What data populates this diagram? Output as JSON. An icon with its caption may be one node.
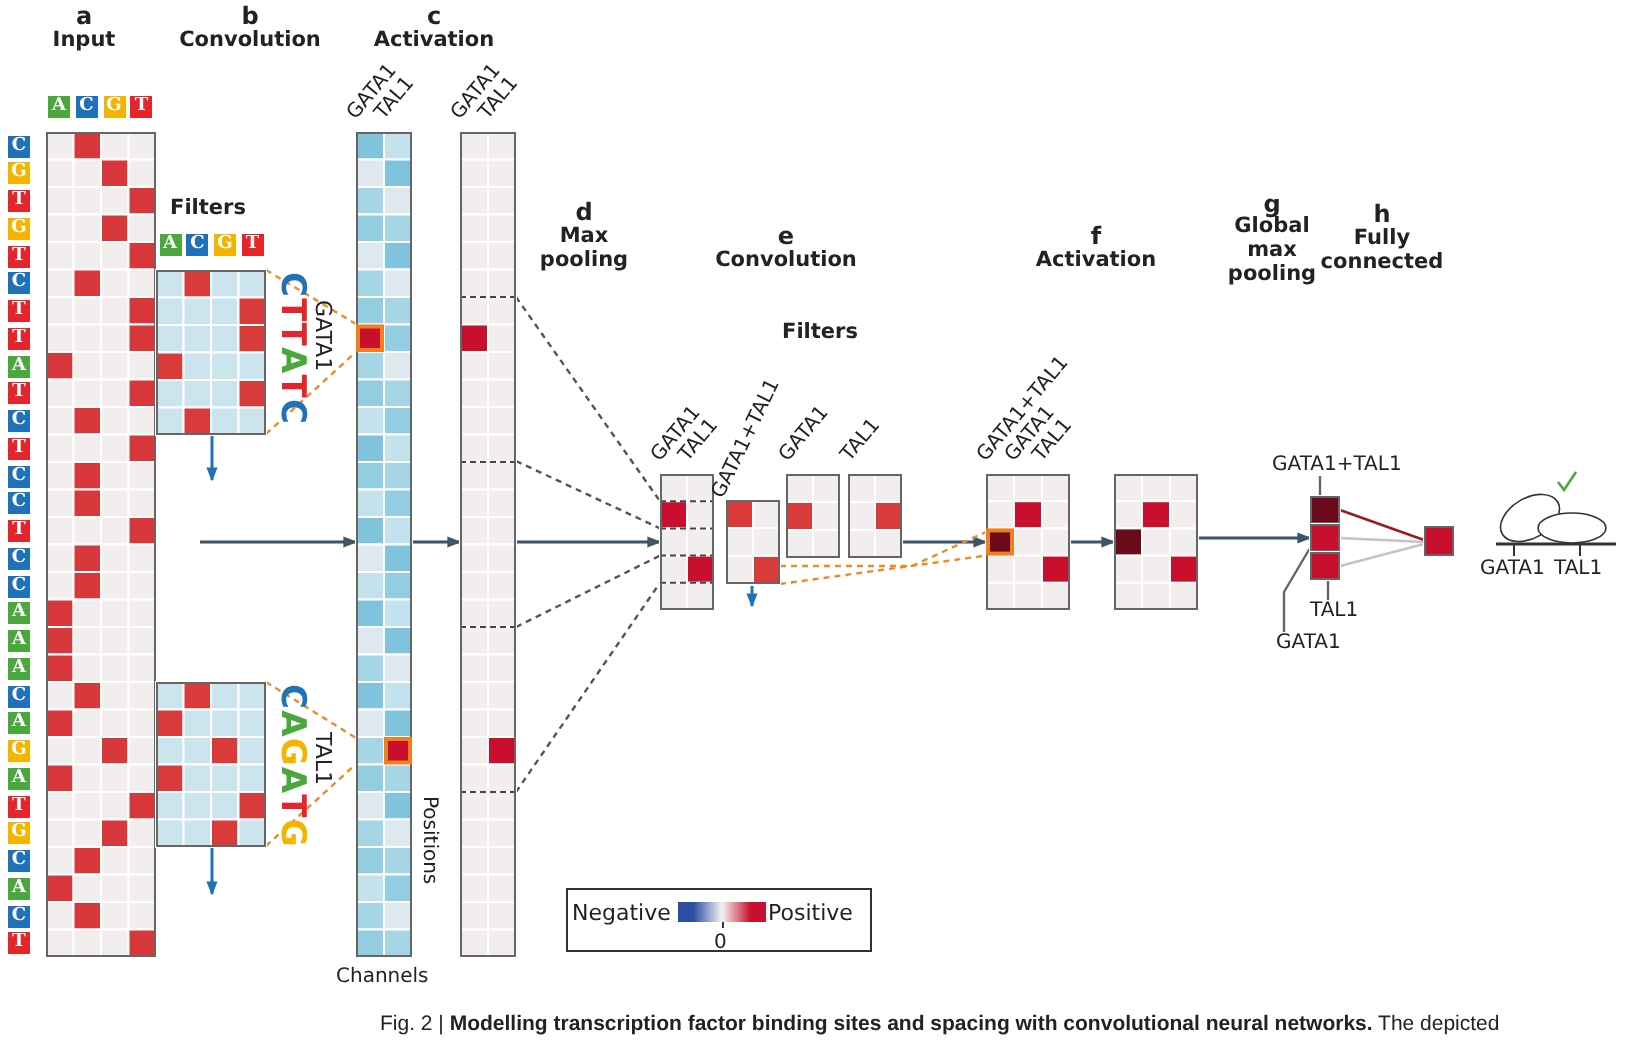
{
  "diagram": {
    "caption": "Fig. 2 | **Modelling transcription factor binding sites and spacing with convolutional neural networks.** The depicted",
    "nodes": [
      {
        "text": [],
        "shape": "box"
      },
      {
        "text": [],
        "shape": "box",
        "beside": [
          "CTTATC",
          "GATA1"
        ]
      },
      {
        "text": [],
        "shape": "box",
        "beside": [
          "CAGATG",
          "TAL1"
        ]
      },
      {
        "text": [],
        "shape": "box",
        "beside": [
          "GATA1",
          "TAL1"
        ]
      },
      {
        "text": [],
        "shape": "box",
        "beside": [
          "GATA1",
          "TAL1"
        ]
      },
      {
        "text": [],
        "shape": "box",
        "beside": [
          "GATA1",
          "TAL1"
        ]
      },
      {
        "text": [],
        "shape": "box",
        "beside": [
          "GATA1+TAL1"
        ]
      },
      {
        "text": [],
        "shape": "box",
        "beside": [
          "GATA1"
        ]
      },
      {
        "text": [],
        "shape": "box",
        "beside": [
          "TAL1"
        ]
      },
      {
        "text": [],
        "shape": "box",
        "beside": [
          "GATA1+TAL1",
          "GATA1",
          "TAL1"
        ]
      },
      {
        "text": [],
        "shape": "box"
      },
      {
        "text": [],
        "shape": "box"
      },
      {
        "text": [],
        "shape": "box"
      },
      {
        "text": [],
        "shape": "box"
      },
      {
        "text": [
          "GATA1+TAL1"
        ]
      },
      {
        "text": [
          "TAL1"
        ]
      },
      {
        "text": [
          "GATA1"
        ]
      },
      {
        "text": [],
        "shape": "box"
      }
    ],
    "edges": [
      {
        "from": null,
        "to": 3,
        "arrow": "to"
      },
      {
        "from": 3,
        "to": 4,
        "arrow": "to"
      },
      {
        "from": 4,
        "to": 5,
        "arrow": "to"
      },
      {
        "from": 8,
        "to": 9,
        "arrow": "to"
      },
      {
        "from": 9,
        "to": 10,
        "arrow": "to"
      },
      {
        "from": 10,
        "to": 12,
        "arrow": "to"
      },
      {
        "from": 11,
        "to": 17,
        "arrow": "none",
        "color": "#9b1b1b"
      },
      {
        "from": 12,
        "to": 17,
        "arrow": "none",
        "color": "#c4c4c4"
      },
      {
        "from": 13,
        "to": 17,
        "arrow": "none",
        "color": "#c4c4c4"
      },
      {
        "from": 14,
        "to": 11,
        "arrow": "none",
        "color": "#666666"
      },
      {
        "from": 15,
        "to": 13,
        "arrow": "none",
        "color": "#666666"
      },
      {
        "from": 16,
        "to": 12,
        "arrow": "none",
        "color": "#666666"
      },
      {
        "from": 1,
        "to": 3,
        "arrow": "none",
        "style": "dashed",
        "color": "#f08a24"
      },
      {
        "from": 1,
        "to": 3,
        "arrow": "none",
        "style": "dashed",
        "color": "#f08a24"
      },
      {
        "from": 2,
        "to": 3,
        "arrow": "none",
        "style": "dashed",
        "color": "#f08a24"
      },
      {
        "from": 2,
        "to": 3,
        "arrow": "none",
        "style": "dashed",
        "color": "#f08a24"
      },
      {
        "from": 4,
        "to": 5,
        "arrow": "none",
        "style": "dashed",
        "color": "#555555"
      },
      {
        "from": 4,
        "to": 5,
        "arrow": "none",
        "style": "dashed",
        "color": "#555555"
      },
      {
        "from": 4,
        "to": 5,
        "arrow": "none",
        "style": "dashed",
        "color": "#555555"
      },
      {
        "from": 4,
        "to": 5,
        "arrow": "none",
        "style": "dashed",
        "color": "#555555"
      },
      {
        "from": 6,
        "to": 9,
        "arrow": "none",
        "style": "dashed",
        "color": "#f08a24"
      },
      {
        "from": 6,
        "to": 9,
        "arrow": "none",
        "style": "dashed",
        "color": "#f08a24"
      }
    ],
    "labels": [
      "a",
      "Input",
      "b",
      "Convolution",
      "c",
      "Activation",
      "A",
      "C",
      "G",
      "T",
      "Filters",
      "A",
      "C",
      "G",
      "T",
      "C",
      "G",
      "T",
      "G",
      "T",
      "C",
      "T",
      "T",
      "A",
      "T",
      "C",
      "T",
      "C",
      "C",
      "T",
      "C",
      "C",
      "A",
      "A",
      "A",
      "C",
      "A",
      "G",
      "A",
      "T",
      "G",
      "C",
      "A",
      "C",
      "T",
      "d",
      "Max pooling",
      "e",
      "Convolution",
      "Filters",
      "f",
      "Activation",
      "g",
      "Global max pooling",
      "h",
      "Fully connected",
      "GATA1",
      "TAL1",
      "Positions",
      "0",
      "Channels"
    ],
    "legend": [
      {
        "text": "Negative",
        "color": "#2c4fa3"
      },
      {
        "text": "Positive",
        "color": "#c8102e"
      }
    ]
  }
}
